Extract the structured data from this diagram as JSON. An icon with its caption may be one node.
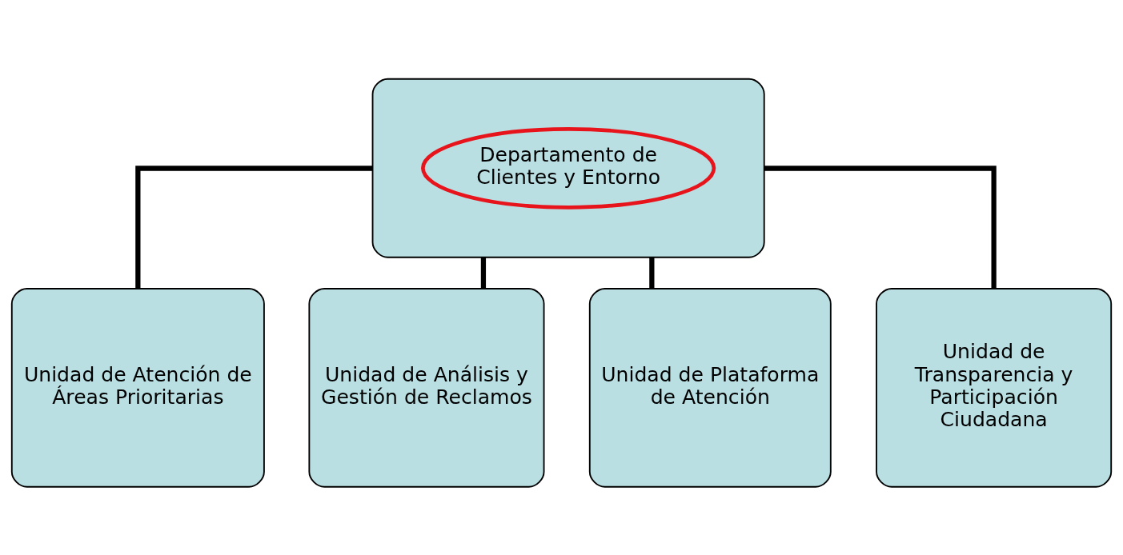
{
  "diagram": {
    "nodes": [
      {
        "text": [],
        "shape": "box"
      },
      {
        "text": [
          "Departamento de Clientes y Entorno"
        ],
        "in": 0
      },
      {
        "text": [
          "Unidad de Atención de Áreas Prioritarias"
        ]
      },
      {
        "text": [
          "Unidad de Análisis y Gestión de Reclamos"
        ]
      },
      {
        "text": [
          "Unidad de Plataforma de Atención"
        ]
      },
      {
        "text": [
          "Unidad de Transparencia y Participación Ciudadana"
        ]
      }
    ],
    "edges": [
      {
        "from": 0,
        "to": 2,
        "arrow": "none"
      },
      {
        "from": 0,
        "to": 3,
        "arrow": "none"
      },
      {
        "from": 0,
        "to": 4,
        "arrow": "none"
      },
      {
        "from": 0,
        "to": 5,
        "arrow": "none"
      }
    ]
  }
}
